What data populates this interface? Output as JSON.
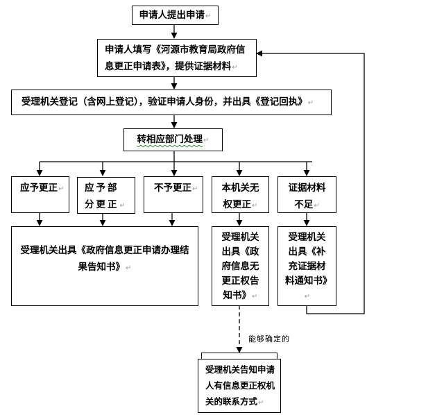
{
  "diagram": {
    "title": "河源市教育局政府信息更正申请流程",
    "nodes": {
      "apply": {
        "text": "申请人提出申请"
      },
      "fill_form": {
        "text": "申请人填写《河源市教育局政府信息更正申请表》，提供证据材料"
      },
      "register": {
        "text": "受理机关登记（含网上登记），验证申请人身份，并出具《登记回执》"
      },
      "transfer": {
        "text": "转相应部门处理"
      },
      "should_correct": {
        "text": "应予更正"
      },
      "partial_correct": {
        "text": "应予部分更正"
      },
      "no_correct": {
        "text": "不予更正"
      },
      "no_authority": {
        "text": "本机关无权更正"
      },
      "insufficient_evidence": {
        "text": "证据材料不足"
      },
      "result_notice": {
        "text": "受理机关出具《政府信息更正申请办理结果告知书》"
      },
      "no_authority_notice": {
        "text": "受理机关出具《政府信息无更正权告知书》"
      },
      "supplement_notice": {
        "text": "受理机关出具《补充证据材料通知书》"
      },
      "inform_contact": {
        "text": "受理机关告知申请人有信息更正权机关的联系方式"
      }
    },
    "edge_labels": {
      "determinable": "能够确定的"
    },
    "paragraph_mark": "↵"
  }
}
